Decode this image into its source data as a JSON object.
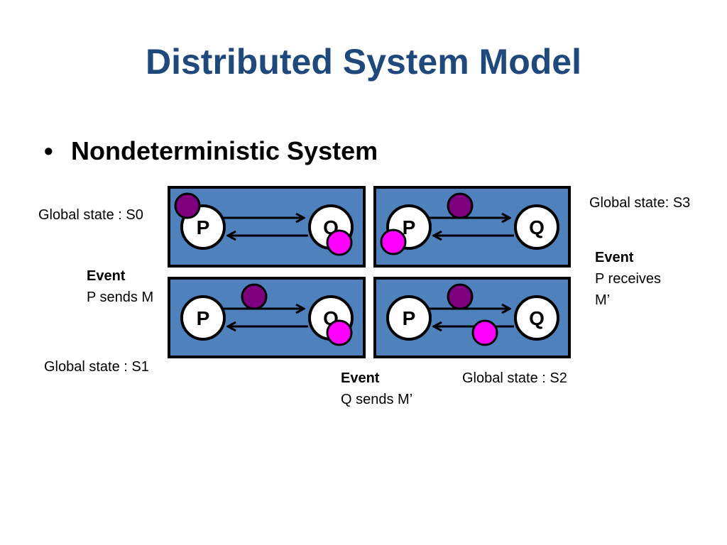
{
  "slide": {
    "title": "Distributed System Model",
    "bullet": "Nondeterministic System",
    "bullet_marker": "•"
  },
  "diagram": {
    "colors": {
      "panel_fill": "#4f81bd",
      "panel_border": "#000000",
      "node_fill": "#ffffff",
      "msg_m": "#7f007f",
      "msg_m_prime": "#ff00ff"
    },
    "nodes": {
      "p": "P",
      "q": "Q"
    },
    "states": [
      {
        "id": "s0",
        "label": "Global state :  S0"
      },
      {
        "id": "s1",
        "label": "Global state :  S1"
      },
      {
        "id": "s2",
        "label": "Global state :  S2"
      },
      {
        "id": "s3",
        "label": "Global state:  S3"
      }
    ],
    "events": [
      {
        "heading": "Event",
        "text": "P sends M"
      },
      {
        "heading": "Event",
        "text": "Q sends M’"
      },
      {
        "heading": "Event",
        "text": "P receives",
        "text2": "M’"
      }
    ]
  }
}
